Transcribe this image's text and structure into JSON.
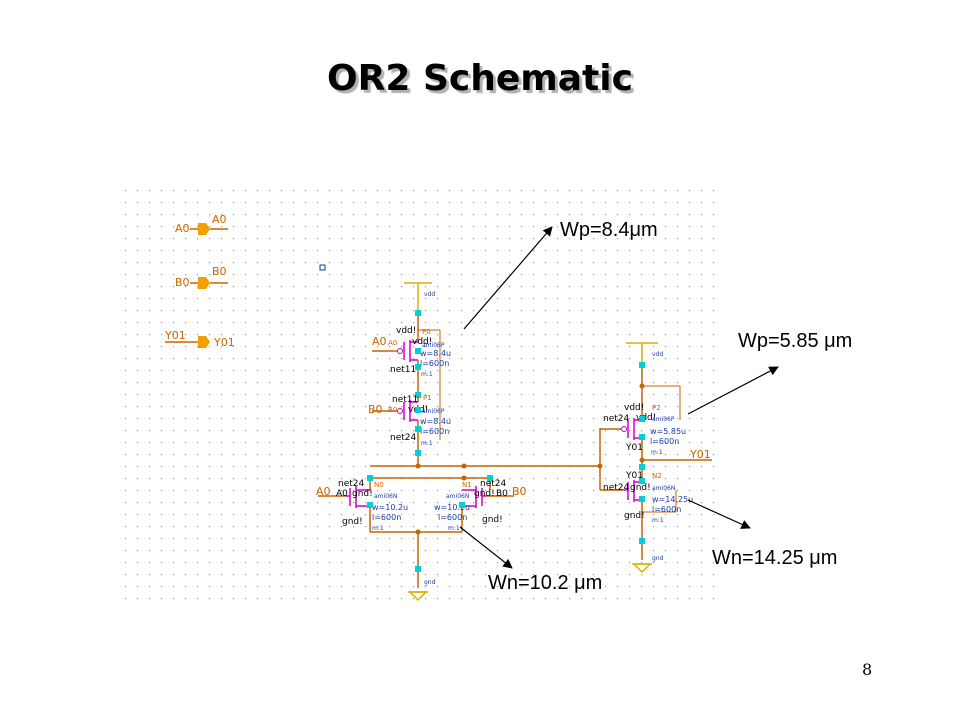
{
  "slide": {
    "title": "OR2 Schematic",
    "page_number": "8"
  },
  "callouts": {
    "wp_top": "Wp=8.4μm",
    "wp_right": "Wp=5.85 μm",
    "wn_right": "Wn=14.25 μm",
    "wn_bottom": "Wn=10.2 μm"
  },
  "colors": {
    "wire": "#c86400",
    "device": "#d000c8",
    "pin": "#f0a000",
    "node": "#00d0d8",
    "supply": "#d8b000",
    "param_text": "#1a3aa8"
  },
  "schematic": {
    "pins": {
      "in_a0": "A0",
      "in_a0_out": "A0",
      "in_b0": "B0",
      "in_b0_out": "B0",
      "in_y01": "Y01",
      "in_y01_out": "Y01"
    },
    "p0": {
      "src": "vdd!",
      "bulk": "vdd!",
      "name": "P0",
      "gate": "A0",
      "model": "ami06P",
      "w": "w=8.4u",
      "l": "l=600n",
      "m": "m:1",
      "drain": "net11"
    },
    "p1": {
      "src": "net11",
      "bulk": "vdd!",
      "name": "P1",
      "gate": "B0",
      "model": "ami06P",
      "w": "w=8.4u",
      "l": "l=600n",
      "m": "m:1",
      "drain": "net24"
    },
    "n0": {
      "drain": "net24",
      "name": "N0",
      "gate": "A0",
      "bulk": "gnd!",
      "model": "ami06N",
      "w": "w=10.2u",
      "l": "l=600n",
      "m": "m:1",
      "src": "gnd!"
    },
    "n1": {
      "drain": "net24",
      "name": "N1",
      "gate": "B0",
      "bulk": "gnd!",
      "model": "ami06N",
      "w": "w=10.2u",
      "l": "l=600n",
      "m": "m:1",
      "src": "gnd!"
    },
    "p2": {
      "src": "vdd!",
      "bulk": "vdd!",
      "name": "P2",
      "gate": "net24",
      "model": "ami06P",
      "w": "w=5.85u",
      "l": "l=600n",
      "m": "m:1",
      "drain": "Y01"
    },
    "n2": {
      "drain": "Y01",
      "name": "N2",
      "gate": "net24",
      "bulk": "gnd!",
      "model": "ami06N",
      "w": "w=14.25u",
      "l": "l=600n",
      "m": "m:1",
      "src": "gnd!"
    },
    "output_label": "Y01",
    "vdd_left": "vdd",
    "vdd_right": "vdd",
    "gnd_left": "gnd",
    "gnd_right": "gnd"
  }
}
